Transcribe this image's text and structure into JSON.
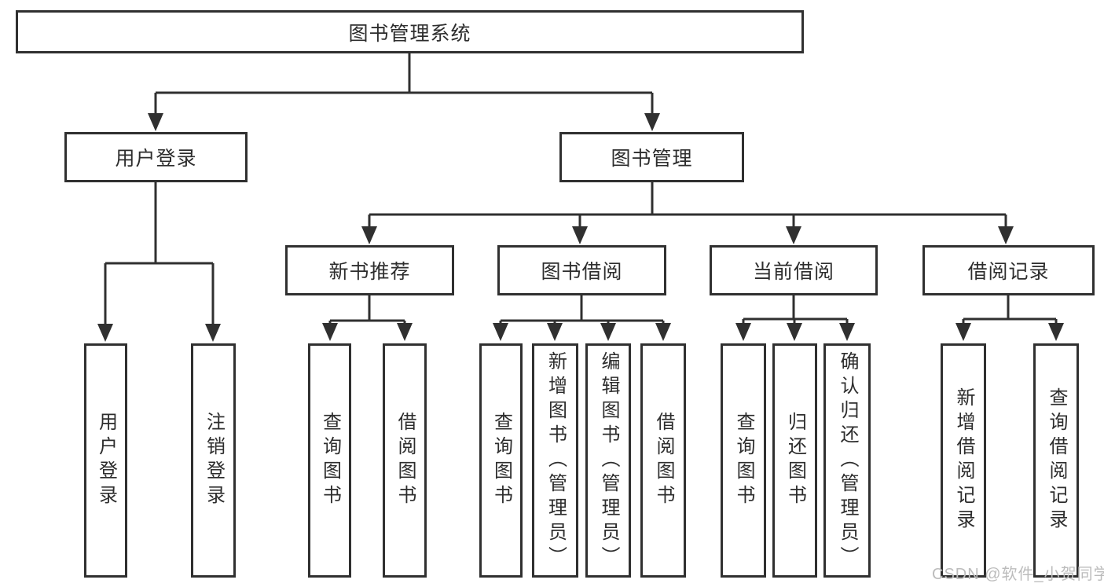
{
  "diagram": {
    "root_label": "图书管理系统",
    "level2": [
      {
        "label": "用户登录"
      },
      {
        "label": "图书管理"
      }
    ],
    "level3": [
      {
        "label": "新书推荐"
      },
      {
        "label": "图书借阅"
      },
      {
        "label": "当前借阅"
      },
      {
        "label": "借阅记录"
      }
    ],
    "leaves": {
      "login": [
        {
          "label": "用户登录"
        },
        {
          "label": "注销登录"
        }
      ],
      "recommend": [
        {
          "label": "查询图书"
        },
        {
          "label": "借阅图书"
        }
      ],
      "borrow": [
        {
          "label": "查询图书"
        },
        {
          "label": "新增图书（管理员）"
        },
        {
          "label": "编辑图书（管理员）"
        },
        {
          "label": "借阅图书"
        }
      ],
      "current": [
        {
          "label": "查询图书"
        },
        {
          "label": "归还图书"
        },
        {
          "label": "确认归还（管理员）"
        }
      ],
      "records": [
        {
          "label": "新增借阅记录"
        },
        {
          "label": "查询借阅记录"
        }
      ]
    }
  },
  "watermark": {
    "text": "CSDN @软件_小贺同学"
  },
  "colors": {
    "line": "#303030",
    "text": "#2d2d2d",
    "box_background": "#ffffff",
    "watermark_text": "#bcbcbc"
  }
}
